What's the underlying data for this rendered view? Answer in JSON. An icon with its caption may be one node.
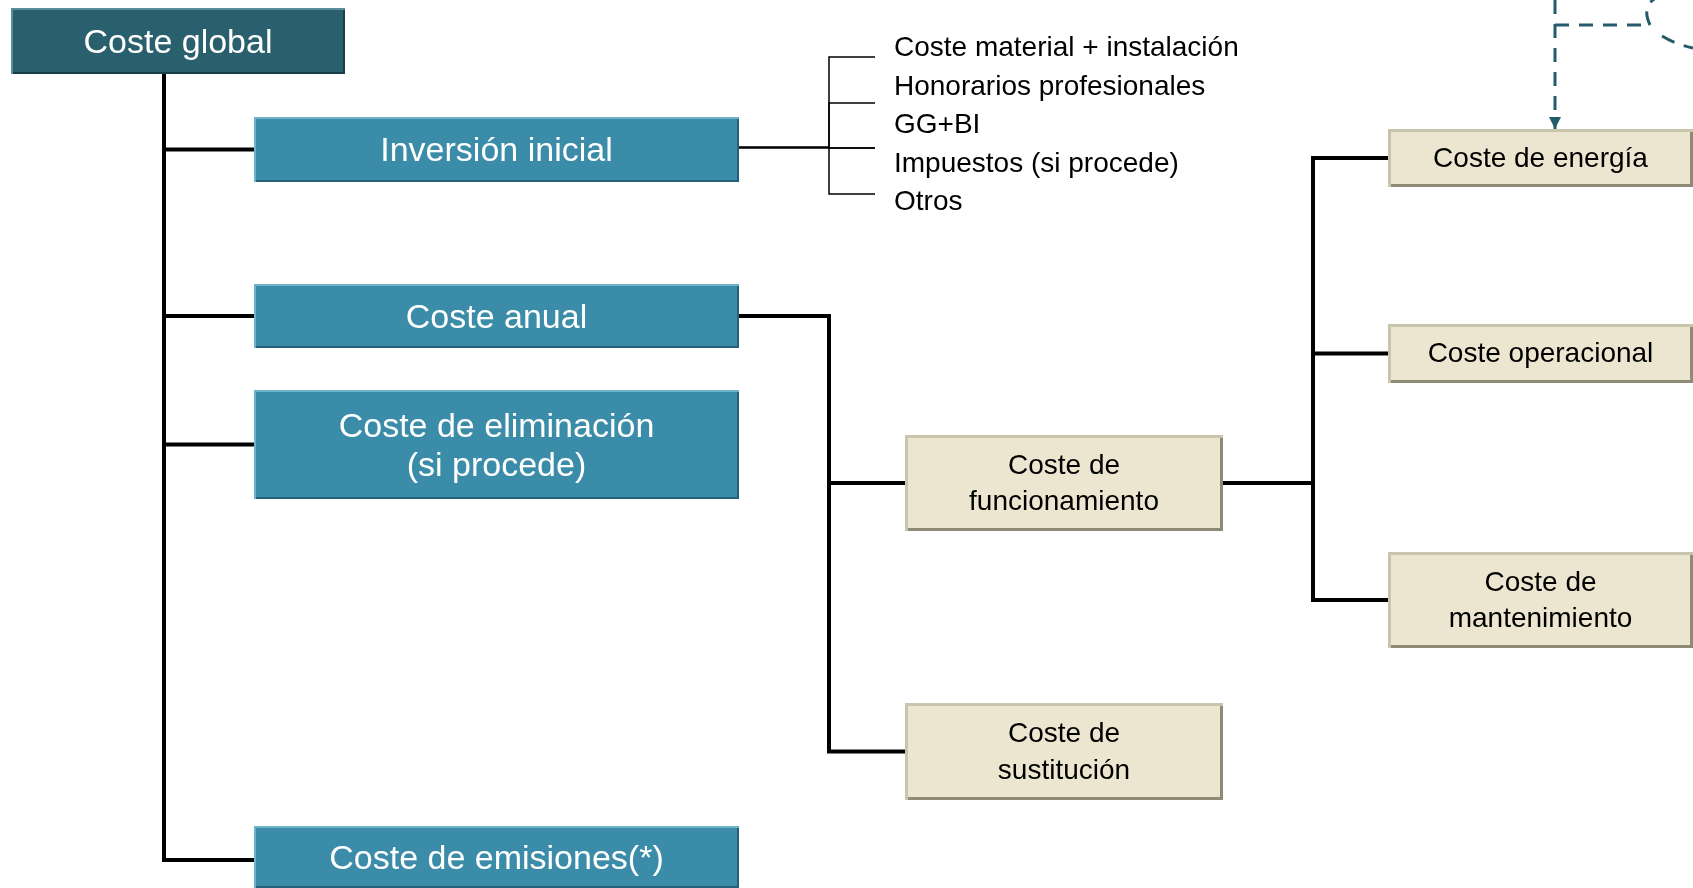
{
  "diagram": {
    "nodes": [
      {
        "text": [
          "Coste global"
        ]
      },
      {
        "text": [
          "Inversión inicial"
        ]
      },
      {
        "text": [
          "Coste material + instalación"
        ]
      },
      {
        "text": [
          "Honorarios profesionales"
        ]
      },
      {
        "text": [
          "GG+BI"
        ]
      },
      {
        "text": [
          "Impuestos (si procede)"
        ]
      },
      {
        "text": [
          "Otros"
        ]
      },
      {
        "text": [
          "Coste anual"
        ]
      },
      {
        "text": [
          "Coste de eliminación (si procede)"
        ]
      },
      {
        "text": [
          "Coste de emisiones(*)"
        ]
      },
      {
        "text": [
          "Coste de funcionamiento"
        ]
      },
      {
        "text": [
          "Coste de sustitución"
        ]
      },
      {
        "text": [
          "Coste de energía"
        ]
      },
      {
        "text": [
          "Coste operacional"
        ]
      },
      {
        "text": [
          "Coste de mantenimiento"
        ]
      }
    ],
    "edges": [
      {
        "from": 0,
        "to": 1,
        "arrow": "none"
      },
      {
        "from": 0,
        "to": 7,
        "arrow": "none"
      },
      {
        "from": 0,
        "to": 8,
        "arrow": "none"
      },
      {
        "from": 0,
        "to": 9,
        "arrow": "none"
      },
      {
        "from": 1,
        "to": 2,
        "arrow": "none"
      },
      {
        "from": 1,
        "to": 3,
        "arrow": "none"
      },
      {
        "from": 1,
        "to": 4,
        "arrow": "none"
      },
      {
        "from": 1,
        "to": 5,
        "arrow": "none"
      },
      {
        "from": 1,
        "to": 6,
        "arrow": "none"
      },
      {
        "from": 7,
        "to": 10,
        "arrow": "none"
      },
      {
        "from": 7,
        "to": 11,
        "arrow": "none"
      },
      {
        "from": 10,
        "to": 12,
        "arrow": "none"
      },
      {
        "from": 10,
        "to": 13,
        "arrow": "none"
      },
      {
        "from": 10,
        "to": 14,
        "arrow": "none"
      },
      {
        "from": null,
        "to": 12,
        "arrow": "to",
        "style": "dashed",
        "color": "#245b6b"
      }
    ]
  }
}
